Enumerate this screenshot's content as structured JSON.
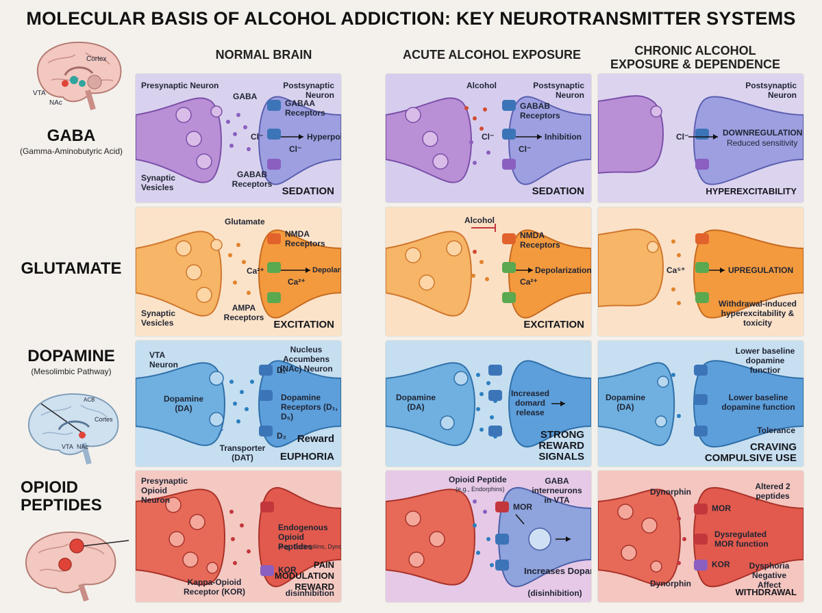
{
  "title": "MOLECULAR BASIS OF ALCOHOL ADDICTION: KEY NEUROTRANSMITTER SYSTEMS",
  "columns": [
    "NORMAL BRAIN",
    "ACUTE ALCOHOL EXPOSURE",
    "CHRONIC ALCOHOL EXPOSURE & DEPENDENCE"
  ],
  "brain_labels": {
    "cortex": "Cortex",
    "vta": "VTA",
    "nac": "NAc"
  },
  "rows": {
    "gaba": {
      "name": "GABA",
      "sub": "(Gamma-Aminobutyric Acid)",
      "normal": {
        "pre": "Presynaptic Neuron",
        "post": "Postsynaptic Neuron",
        "nt": "GABA",
        "rec_a": "GABAA Receptors",
        "cl1": "Cl⁻",
        "cl2": "Cl⁻",
        "result": "Hyperpolarization",
        "vesicles": "Synaptic Vesicles",
        "rec_b": "GABAB Receptors",
        "effect": "SEDATION"
      },
      "acute": {
        "agent": "Alcohol",
        "post": "Postsynaptic Neuron",
        "rec": "GABAB Receptors",
        "cl1": "Cl⁻",
        "cl2": "Cl⁻",
        "result": "Inhibition",
        "effect": "SEDATION"
      },
      "chronic": {
        "post": "Postsynaptic Neuron",
        "cl": "Cl⁻",
        "result": "DOWNREGULATION",
        "result_sub": "Reduced sensitivity",
        "effect": "HYPEREXCITABILITY"
      }
    },
    "glutamate": {
      "name": "GLUTAMATE",
      "normal": {
        "nt": "Glutamate",
        "rec_a": "NMDA Receptors",
        "ca1": "Ca²⁺",
        "ca2": "Ca²⁺",
        "result": "Depolarization",
        "vesicles": "Synaptic Vesicles",
        "rec_b": "AMPA Receptors",
        "effect": "EXCITATION"
      },
      "acute": {
        "agent": "Alcohol",
        "rec": "NMDA Receptors",
        "ca1": "Ca²⁺",
        "result": "Depolarization",
        "effect": "EXCITATION"
      },
      "chronic": {
        "ca": "Ca⁵⁺",
        "result": "UPREGULATION",
        "effect": "Withdrawal-induced hyperexcitability & toxicity"
      }
    },
    "dopamine": {
      "name": "DOPAMINE",
      "sub": "(Mesolimbic Pathway)",
      "brain": {
        "cortex": "Cortes",
        "vta": "VTA",
        "nac": "NAc",
        "top": "ACB"
      },
      "normal": {
        "pre": "VTA Neuron",
        "post": "Nucleus Accumbens (NAc) Neuron",
        "da": "Dopamine (DA)",
        "d1": "D₁",
        "rec": "Dopamine Receptors (D₁, D₅)",
        "d2": "D₂",
        "transporter": "Transporter (DAT)",
        "reward": "Reward",
        "effect": "EUPHORIA"
      },
      "acute": {
        "da": "Dopamine (DA)",
        "release": "Increased domard release",
        "effect": "STRONG REWARD SIGNALS"
      },
      "chronic": {
        "da": "Dopamine (DA)",
        "top": "Lower baseline dopamine functior",
        "mid": "Lower baseline dopamine function",
        "tol": "Tolerance",
        "effect": "CRAVING COMPULSIVE USE"
      }
    },
    "opioid": {
      "name": "OPIOID PEPTIDES",
      "normal": {
        "pre": "Presynaptic Opioid Neuron",
        "peptides": "Endogenous Opioid Peptides",
        "peptides_eg": "(e.g., Endorpliins, Dynorphins)",
        "kor": "KOR",
        "kor_lbl": "Kappa-Opioid Receptor (KOR)",
        "effect": "PAIN MODULATION REWARD",
        "effect_sub": "disinhibition"
      },
      "acute": {
        "peptide": "Opioid Peptide",
        "peptide_eg": "(e.g., Endorphins)",
        "gaba": "GABA interneurons in VTA",
        "mor": "MOR",
        "result": "Increases Dopamine",
        "result_sub": "(disinhibition)"
      },
      "chronic": {
        "dyn1": "Dynorphin",
        "altered": "Altered 2 peptides",
        "mor": "MOR",
        "dysreg": "Dysregulated MOR function",
        "kor": "KOR",
        "dysphoria": "Dysphoria Negative Affect",
        "dyn2": "Dynorphin",
        "effect": "WITHDRAWAL"
      }
    }
  },
  "colors": {
    "gaba_bg": "#d9d2ee",
    "gaba_pre": "#b98fd6",
    "gaba_post": "#9d9fe0",
    "glu_bg": "#fbe3c9",
    "glu_pre": "#f6b567",
    "glu_post": "#f39a3e",
    "da_bg": "#c5def0",
    "da_pre": "#6fb0e0",
    "da_post": "#5d9fdb",
    "op_bg": "#f4c9c2",
    "op_pre": "#e76a58",
    "op_post": "#e25a4d",
    "rec_blue": "#3c74b8",
    "rec_purple": "#8a5fc0",
    "rec_orange": "#e2622c",
    "rec_green": "#5aa84f",
    "rec_red": "#c2373b"
  }
}
